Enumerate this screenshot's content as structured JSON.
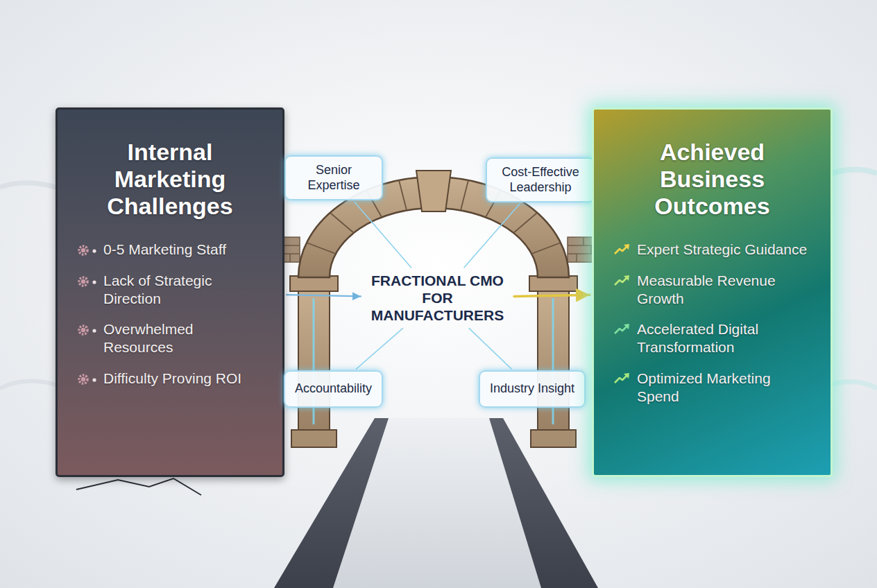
{
  "diagram": {
    "nodes": [
      {
        "text": [
          "Internal Marketing Challenges",
          "0-5 Marketing Staff",
          "Lack of Strategic Direction",
          "Overwhelmed Resources",
          "Difficulty Proving ROI"
        ]
      },
      {
        "text": [
          "Senior Expertise"
        ]
      },
      {
        "text": [
          "Cost-Effective Leadership"
        ]
      },
      {
        "text": [
          "FRACTIONAL CMO FOR MANUFACTURERS"
        ]
      },
      {
        "text": [
          "Accountability"
        ]
      },
      {
        "text": [
          "Industry Insight"
        ]
      },
      {
        "text": [
          "Achieved Business Outcomes",
          "Expert Strategic Guidance",
          "Measurable Revenue Growth",
          "Accelerated Digital Transformation",
          "Optimized Marketing Spend"
        ]
      }
    ],
    "edges": [
      {
        "from": 1,
        "to": 3,
        "arrow": "none"
      },
      {
        "from": 2,
        "to": 3,
        "arrow": "none"
      },
      {
        "from": 4,
        "to": 3,
        "arrow": "none"
      },
      {
        "from": 5,
        "to": 3,
        "arrow": "none"
      },
      {
        "from": 0,
        "to": 3,
        "arrow": "to"
      },
      {
        "from": 3,
        "to": 6,
        "arrow": "to"
      }
    ]
  }
}
